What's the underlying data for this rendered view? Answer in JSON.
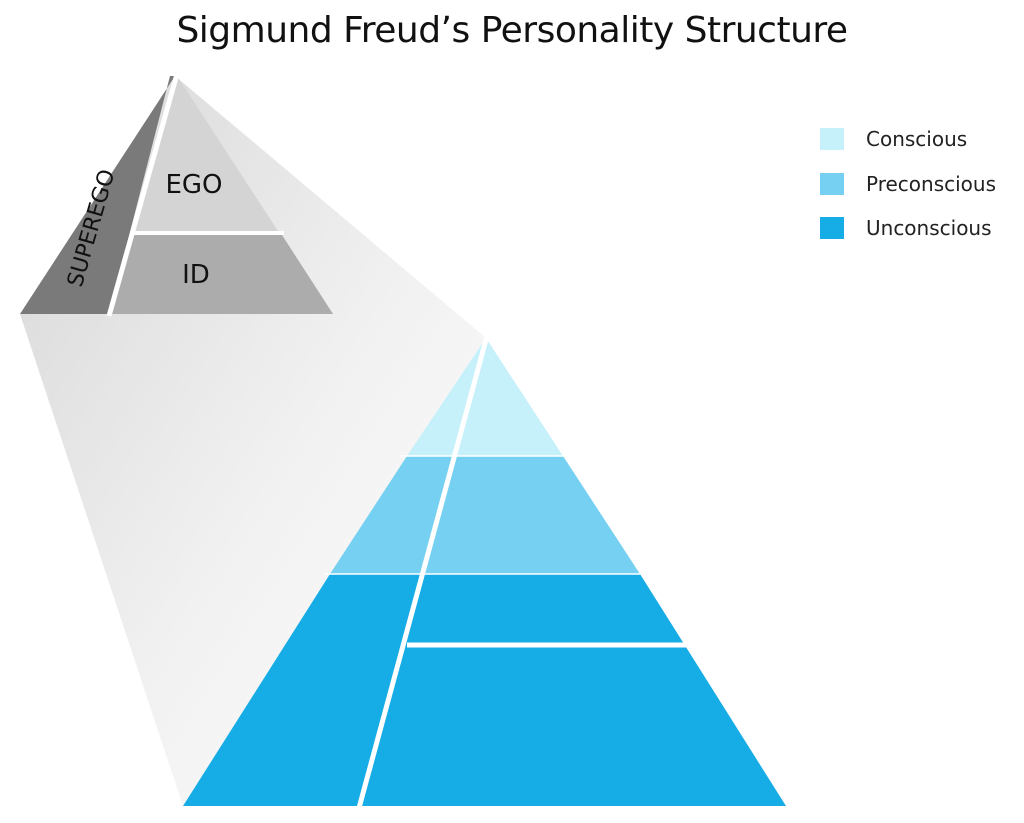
{
  "title": "Sigmund Freud’s Personality Structure",
  "top_pyramid": {
    "superego_label": "SUPEREGO",
    "ego_label": "EGO",
    "id_label": "ID"
  },
  "legend": {
    "items": [
      {
        "label": "Conscious",
        "color": "#C6F0FA"
      },
      {
        "label": "Preconscious",
        "color": "#76D0F2"
      },
      {
        "label": "Unconscious",
        "color": "#16ACE6"
      }
    ]
  },
  "colors": {
    "superego": "#7A7A7A",
    "ego": "#D4D4D4",
    "id": "#ACACAC",
    "conscious": "#C6F0FA",
    "preconscious": "#76D0F2",
    "unconscious": "#16ACE6"
  }
}
